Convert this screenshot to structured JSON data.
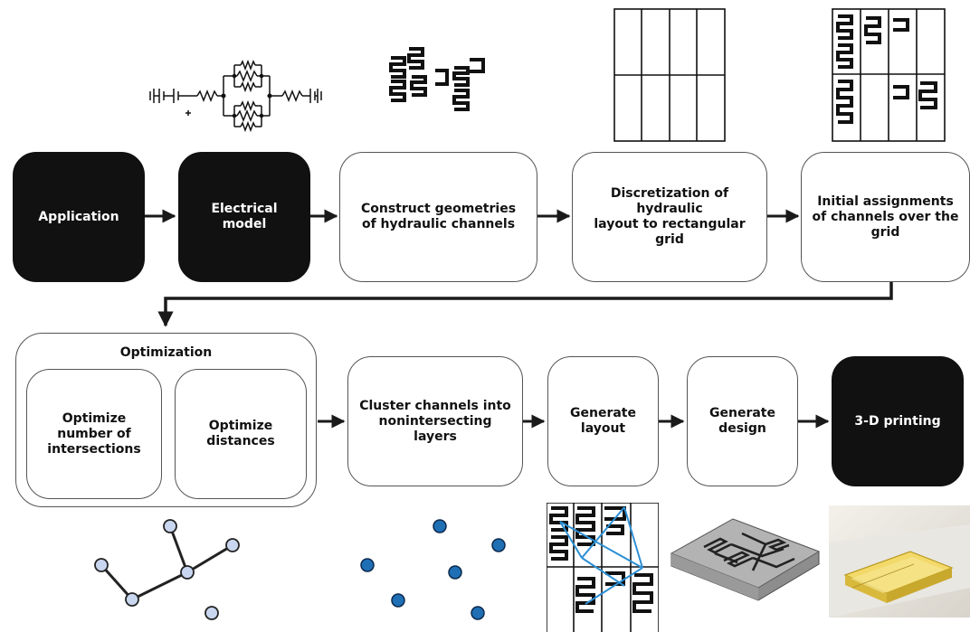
{
  "title": "",
  "row1": {
    "application": "Application",
    "electrical_model": "Electrical\nmodel",
    "construct": "Construct geometries\nof hydraulic channels",
    "discretization": "Discretization of hydraulic\nlayout to rectangular\ngrid",
    "initial_assignments": "Initial assignments\nof channels over the\ngrid"
  },
  "row2": {
    "optimization_title": "Optimization",
    "opt_intersections": "Optimize\nnumber of\nintersections",
    "opt_distances": "Optimize\ndistances",
    "cluster": "Cluster channels into\nnonintersecting\nlayers",
    "generate_layout": "Generate\nlayout",
    "generate_design": "Generate\ndesign",
    "printing": "3-D printing"
  },
  "colors": {
    "dark_box": "#111111",
    "box_border": "#555555",
    "arrow": "#1a1a1a",
    "node_light": "#c9d6ef",
    "node_blue": "#1f6fb5",
    "line_blue": "#2b8fd4"
  },
  "illustrations": [
    "circuit-schematic",
    "serpentine-channels-icon",
    "empty-grid-icon",
    "assigned-grid-icon",
    "graph-tree-icon",
    "blue-points-icon",
    "layout-grid-icon",
    "3d-design-render",
    "printed-chip-photo"
  ]
}
